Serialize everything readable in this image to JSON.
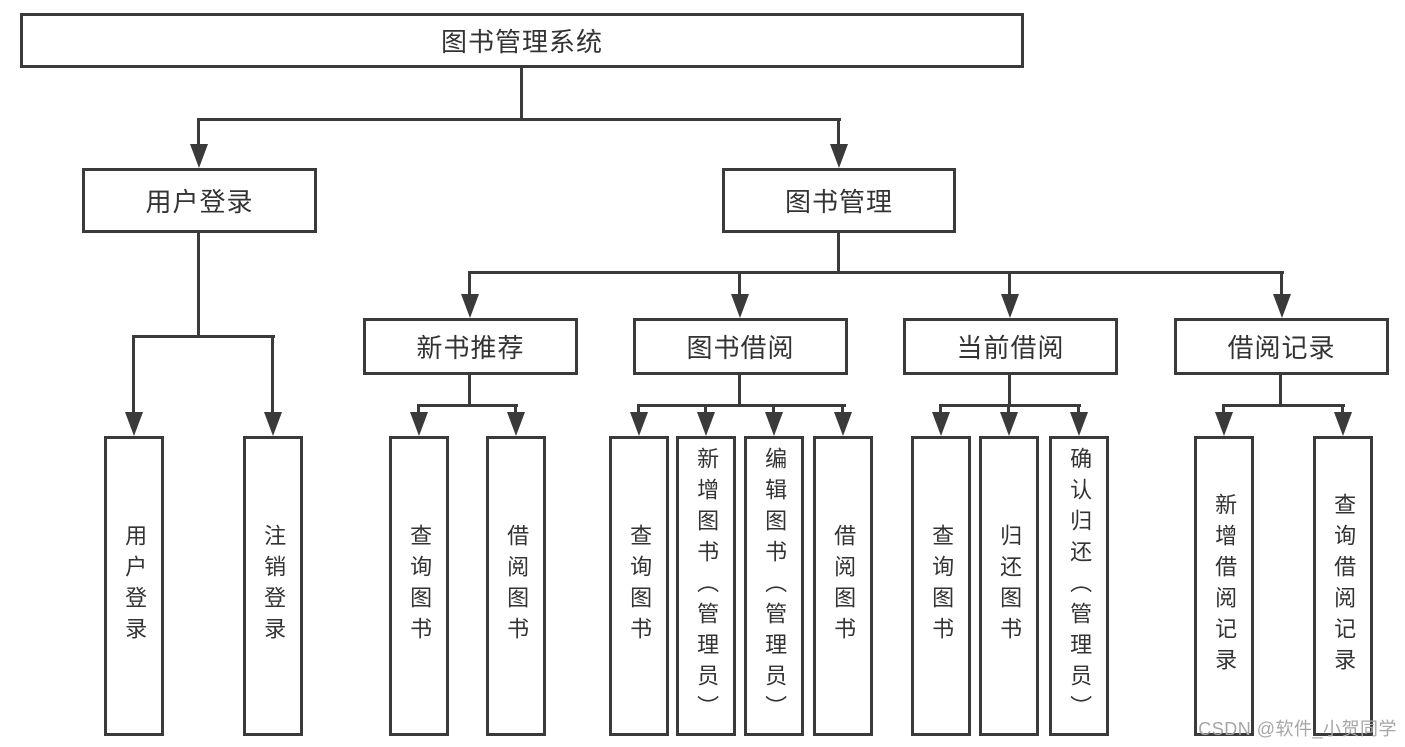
{
  "diagram_type": "tree",
  "tree": {
    "label": "图书管理系统",
    "children": [
      {
        "label": "用户登录",
        "children": [
          {
            "label": "用户登录"
          },
          {
            "label": "注销登录"
          }
        ]
      },
      {
        "label": "图书管理",
        "children": [
          {
            "label": "新书推荐",
            "children": [
              {
                "label": "查询图书"
              },
              {
                "label": "借阅图书"
              }
            ]
          },
          {
            "label": "图书借阅",
            "children": [
              {
                "label": "查询图书"
              },
              {
                "label": "新增图书（管理员）"
              },
              {
                "label": "编辑图书（管理员）"
              },
              {
                "label": "借阅图书"
              }
            ]
          },
          {
            "label": "当前借阅",
            "children": [
              {
                "label": "查询图书"
              },
              {
                "label": "归还图书"
              },
              {
                "label": "确认归还（管理员）"
              }
            ]
          },
          {
            "label": "借阅记录",
            "children": [
              {
                "label": "新增借阅记录"
              },
              {
                "label": "查询借阅记录"
              }
            ]
          }
        ]
      }
    ]
  },
  "watermark": {
    "text": "CSDN @软件_小贺同学"
  },
  "colors": {
    "line": "#3a3a3a",
    "text": "#333333",
    "background": "#ffffff",
    "watermark": "#a6a6a6"
  }
}
